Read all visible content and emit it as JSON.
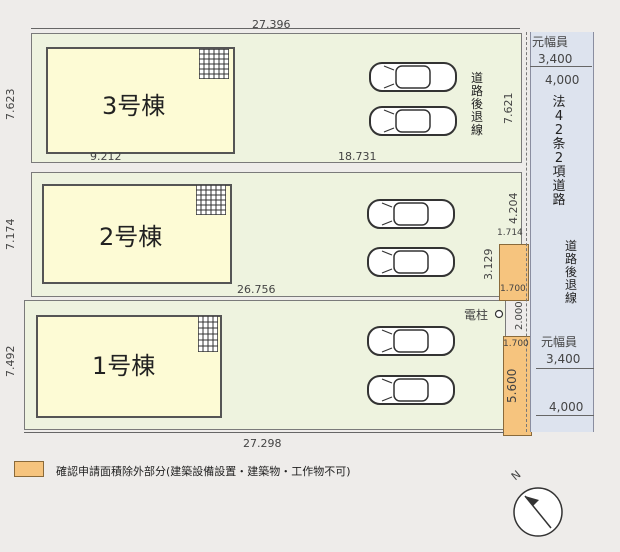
{
  "lots": [
    {
      "house_label": "3号棟"
    },
    {
      "house_label": "2号棟"
    },
    {
      "house_label": "1号棟"
    }
  ],
  "dims": {
    "top_width": "27.396",
    "lot3_left": "7.623",
    "lot3_house_offset": "9.212",
    "lot3_bottom": "18.731",
    "lot3_right": "7.621",
    "lot2_left": "7.174",
    "lot2_right": "4.204",
    "lot2_notch": "1.714",
    "lot2_bottom": "26.756",
    "lot2_notch_height": "3.129",
    "notch_width_a": "1.700",
    "notch_gap": "2.000",
    "lot1_left": "7.492",
    "notch_width_b": "1.700",
    "lot1_notch_height": "5.600",
    "bottom_width": "27.298"
  },
  "road": {
    "original_width_label": "元幅員",
    "original_width_value_top": "3,400",
    "width_after_top": "4,000",
    "road_type": "法42条2項道路",
    "setback_line_left": "道路後退線",
    "setback_line_right": "道路後退線",
    "original_width_label_bottom": "元幅員",
    "original_width_value_bottom": "3,400",
    "width_after_bottom": "4,000",
    "pole_label": "電柱"
  },
  "legend": {
    "text": "確認申請面積除外部分(建築設備設置・建築物・工作物不可)",
    "color": "#f6c47e"
  },
  "compass": {
    "label": "N"
  }
}
